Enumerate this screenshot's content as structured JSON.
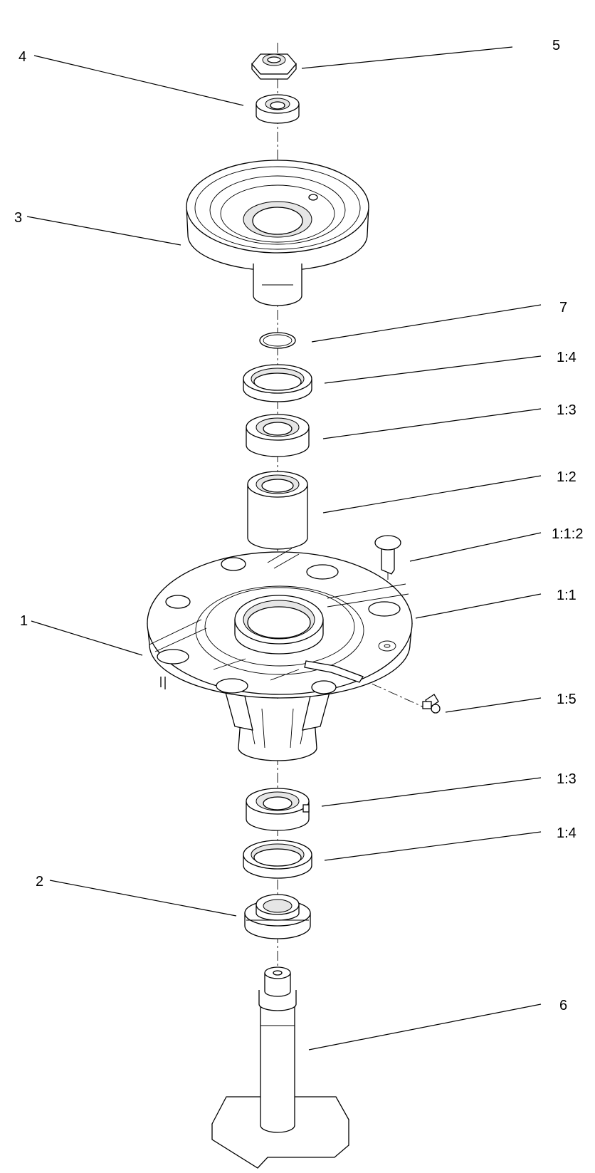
{
  "callouts": [
    {
      "id": "c5",
      "label": "5"
    },
    {
      "id": "c4",
      "label": "4"
    },
    {
      "id": "c3",
      "label": "3"
    },
    {
      "id": "c7",
      "label": "7"
    },
    {
      "id": "c14a",
      "label": "1:4"
    },
    {
      "id": "c13a",
      "label": "1:3"
    },
    {
      "id": "c12",
      "label": "1:2"
    },
    {
      "id": "c112",
      "label": "1:1:2"
    },
    {
      "id": "c11",
      "label": "1:1"
    },
    {
      "id": "c1",
      "label": "1"
    },
    {
      "id": "c15",
      "label": "1:5"
    },
    {
      "id": "c13b",
      "label": "1:3"
    },
    {
      "id": "c14b",
      "label": "1:4"
    },
    {
      "id": "c2",
      "label": "2"
    },
    {
      "id": "c6",
      "label": "6"
    }
  ]
}
